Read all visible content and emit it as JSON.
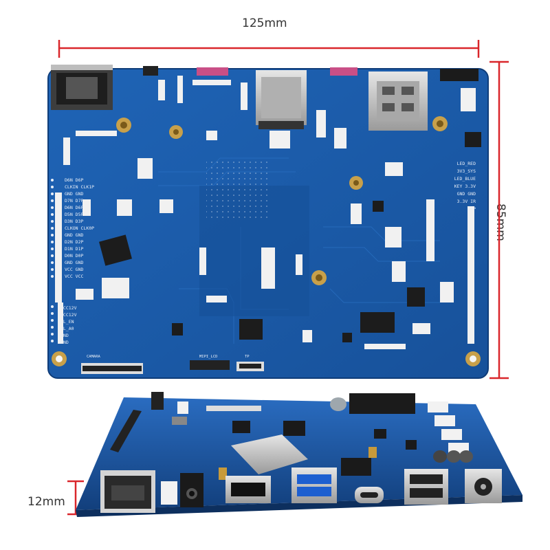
{
  "dimensions": {
    "width": "125mm",
    "depth": "85mm",
    "height": "12mm"
  },
  "colors": {
    "dimension_line": "#d9262b",
    "pcb": "#1a5aa8",
    "pcb_dark": "#123f7c"
  },
  "silkscreen": {
    "left_header_labels": [
      "D6N D6P",
      "CLKIN CLK1P",
      "GND GND",
      "D7N D7P",
      "D6N D6P",
      "D5N D5P",
      "D3N D3P",
      "CLKON CLK0P",
      "GND GND",
      "D2N D2P",
      "D1N D1P",
      "D0N D0P",
      "GND GND",
      "VCC GND",
      "VCC VCC"
    ],
    "left_lower_labels": [
      "VCC12V",
      "VCC12V",
      "BL_EN",
      "BL_A0",
      "GND",
      "GND"
    ],
    "right_labels": [
      "LED_RED",
      "3V3_SYS",
      "LED_BLUE",
      "KEY 3.3V",
      "GND GND",
      "3.3V IR",
      "OTP"
    ],
    "camera_label": "CAMARA",
    "mipi_label": "MIPI_LCD",
    "tp_label": "TP"
  }
}
